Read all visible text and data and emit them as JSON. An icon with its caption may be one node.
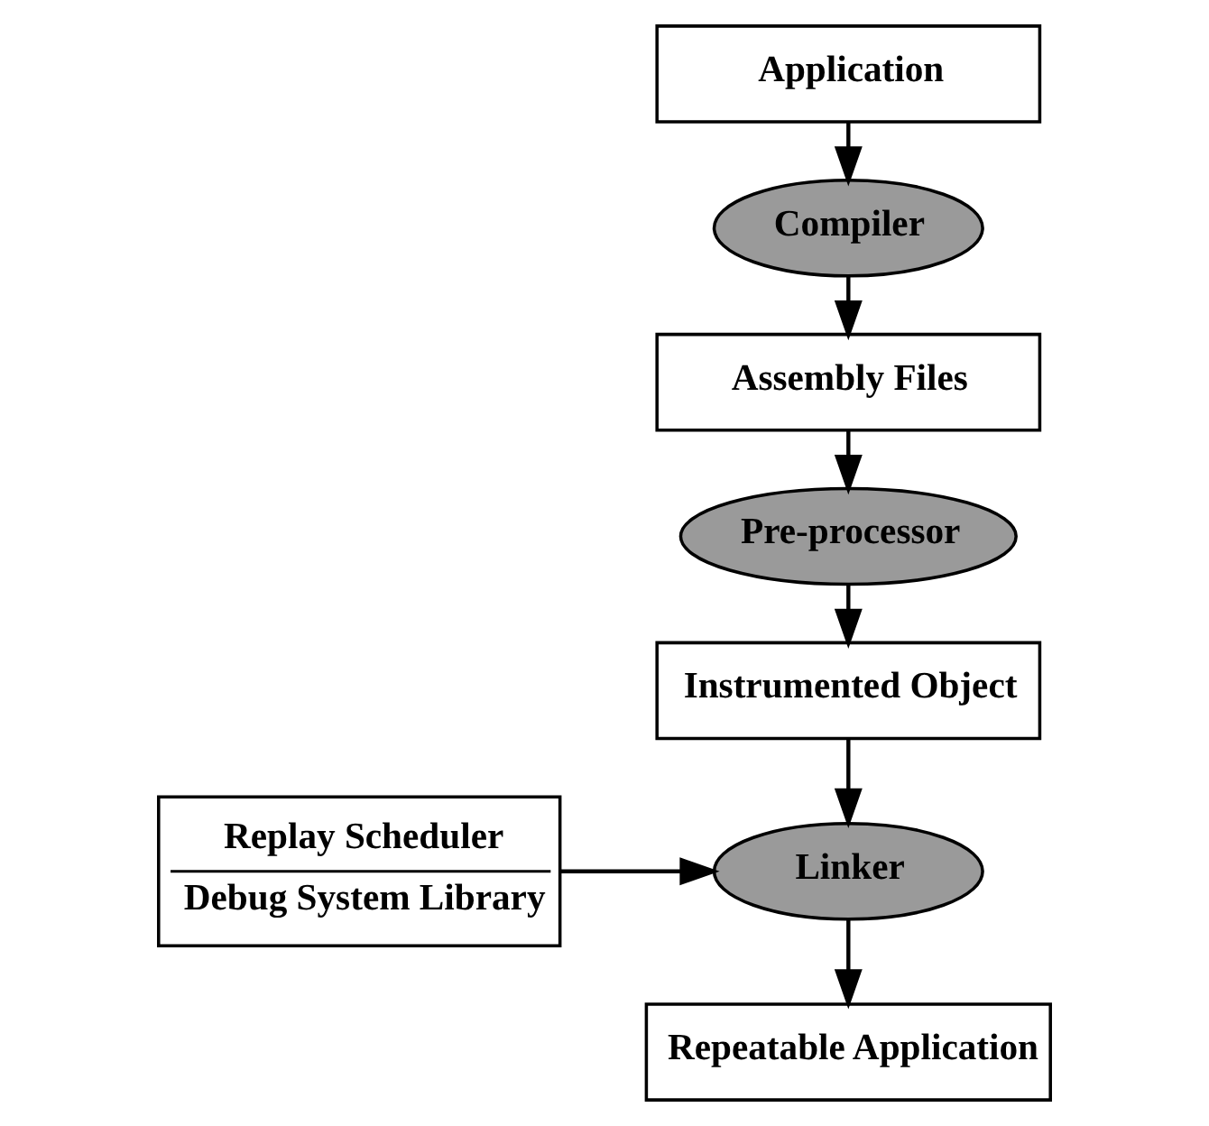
{
  "diagram": {
    "nodes": [
      {
        "text": [
          "Application"
        ]
      },
      {
        "text": [
          "Compiler"
        ]
      },
      {
        "text": [
          "Assembly Files"
        ]
      },
      {
        "text": [
          "Pre-processor"
        ]
      },
      {
        "text": [
          "Instrumented Object"
        ]
      },
      {
        "text": [
          "Linker"
        ]
      },
      {
        "text": [
          "Repeatable Application"
        ]
      },
      {
        "text": [
          "Replay Scheduler",
          "Debug System Library"
        ]
      }
    ],
    "edges": [
      {
        "from": 0,
        "to": 1,
        "arrow": "to"
      },
      {
        "from": 1,
        "to": 2,
        "arrow": "to"
      },
      {
        "from": 2,
        "to": 3,
        "arrow": "to"
      },
      {
        "from": 3,
        "to": 4,
        "arrow": "to"
      },
      {
        "from": 4,
        "to": 5,
        "arrow": "to"
      },
      {
        "from": 5,
        "to": 6,
        "arrow": "to"
      },
      {
        "from": 7,
        "to": 5,
        "arrow": "to"
      }
    ]
  }
}
